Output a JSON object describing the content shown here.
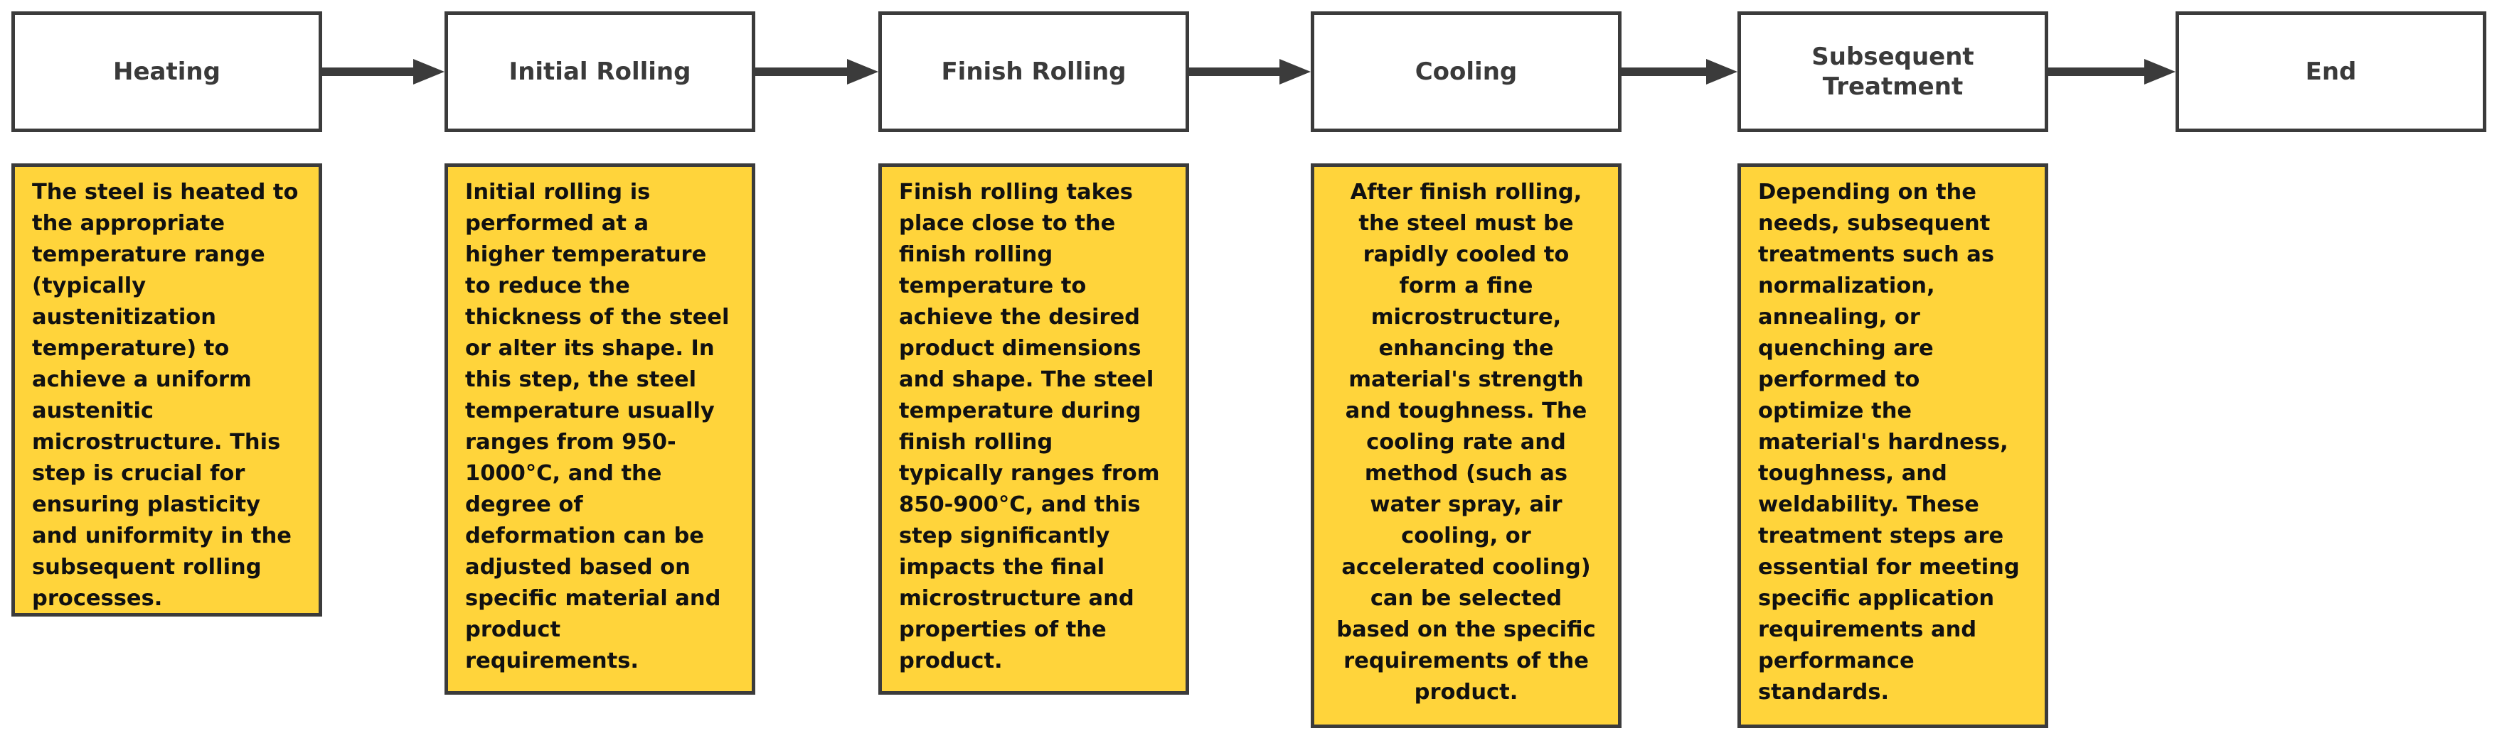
{
  "steps": [
    {
      "title": "Heating",
      "description": "The steel is heated to\nthe appropriate\ntemperature range\n(typically\naustenitization\ntemperature) to\nachieve a uniform\naustenitic\nmicrostructure. This\nstep is crucial for\nensuring plasticity\nand uniformity in the\nsubsequent rolling\nprocesses."
    },
    {
      "title": "Initial Rolling",
      "description": "Initial rolling is\nperformed at a\nhigher temperature\nto reduce the\nthickness of the steel\nor alter its shape. In\nthis step, the steel\ntemperature usually\nranges from 950-\n1000°C, and the\ndegree of\ndeformation can be\nadjusted based on\nspecific material and\nproduct\nrequirements."
    },
    {
      "title": "Finish Rolling",
      "description": "Finish rolling takes\nplace close to the\nfinish rolling\ntemperature to\nachieve the desired\nproduct dimensions\nand shape. The steel\ntemperature during\nfinish rolling\ntypically ranges from\n850-900°C, and this\nstep significantly\nimpacts the final\nmicrostructure and\nproperties of the\nproduct."
    },
    {
      "title": "Cooling",
      "description": "After finish rolling,\nthe steel must be\nrapidly cooled to\nform a fine\nmicrostructure,\nenhancing the\nmaterial's strength\nand toughness. The\ncooling rate and\nmethod (such as\nwater spray, air\ncooling, or\naccelerated cooling)\ncan be selected\nbased on the specific\nrequirements of the\nproduct."
    },
    {
      "title": "Subsequent\nTreatment",
      "description": "Depending on the\nneeds, subsequent\ntreatments such as\nnormalization,\nannealing, or\nquenching are\nperformed to\noptimize the\nmaterial's hardness,\ntoughness, and\nweldability. These\ntreatment steps are\nessential for meeting\nspecific application\nrequirements and\nperformance\nstandards."
    },
    {
      "title": "End"
    }
  ],
  "colors": {
    "step_box_fill": "#ffffff",
    "description_fill": "#ffd43b",
    "border_and_arrows": "#3b3b3b"
  }
}
